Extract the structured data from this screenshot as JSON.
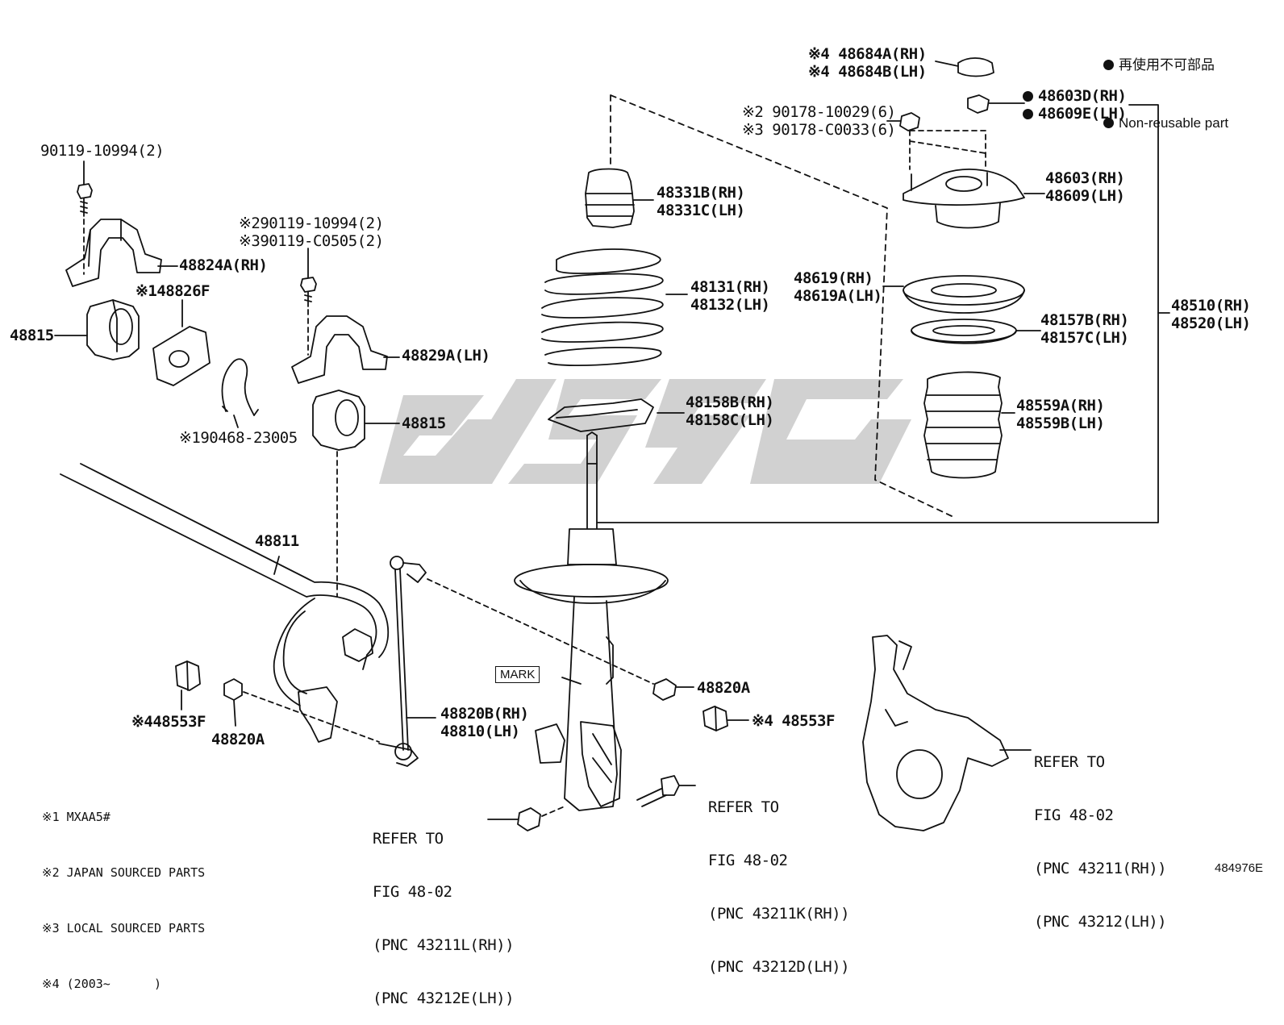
{
  "legend": {
    "line1": "再使用不可部品",
    "line2": "Non-reusable part"
  },
  "figure_id": "484976E",
  "notes": [
    "※1 MXAA5#",
    "※2 JAPAN SOURCED PARTS",
    "※3 LOCAL SOURCED PARTS",
    "※4 (2003~      )"
  ],
  "mark_label": "MARK",
  "parts": {
    "p_90119_top": "90119-10994(2)",
    "p_48824A": "48824A(RH)",
    "p_48826F": "※148826F",
    "p_48815_left": "48815",
    "p_90468": "※190468-23005",
    "p_90119_mid_a": "※290119-10994(2)",
    "p_90119_mid_b": "※390119-C0505(2)",
    "p_48829A": "48829A(LH)",
    "p_48815_mid": "48815",
    "p_48811": "48811",
    "p_48553F_left": "※448553F",
    "p_48820A_left": "48820A",
    "p_48820B_a": "48820B(RH)",
    "p_48820B_b": "48810(LH)",
    "p_48820A_right": "48820A",
    "p_48553F_right": "※4 48553F",
    "p_48331_a": "48331B(RH)",
    "p_48331_b": "48331C(LH)",
    "p_48131_a": "48131(RH)",
    "p_48131_b": "48132(LH)",
    "p_48158_a": "48158B(RH)",
    "p_48158_b": "48158C(LH)",
    "p_48684_a": "※4 48684A(RH)",
    "p_48684_b": "※4 48684B(LH)",
    "p_90178_a": "※2 90178-10029(6)",
    "p_90178_b": "※3 90178-C0033(6)",
    "p_48603D_a": "48603D(RH)",
    "p_48603D_b": "48609E(LH)",
    "p_48603_a": "48603(RH)",
    "p_48603_b": "48609(LH)",
    "p_48619_a": "48619(RH)",
    "p_48619_b": "48619A(LH)",
    "p_48157_a": "48157B(RH)",
    "p_48157_b": "48157C(LH)",
    "p_48559_a": "48559A(RH)",
    "p_48559_b": "48559B(LH)",
    "p_48510_a": "48510(RH)",
    "p_48510_b": "48520(LH)"
  },
  "references": {
    "ref_bottom": [
      "REFER TO",
      "FIG 48-02",
      "(PNC 43211L(RH))",
      "(PNC 43212E(LH))"
    ],
    "ref_mid": [
      "REFER TO",
      "FIG 48-02",
      "(PNC 43211K(RH))",
      "(PNC 43212D(LH))"
    ],
    "ref_right": [
      "REFER TO",
      "FIG 48-02",
      "(PNC 43211(RH))",
      "(PNC 43212(LH))"
    ]
  },
  "colors": {
    "line": "#111111",
    "watermark": "#c9c9c9"
  }
}
